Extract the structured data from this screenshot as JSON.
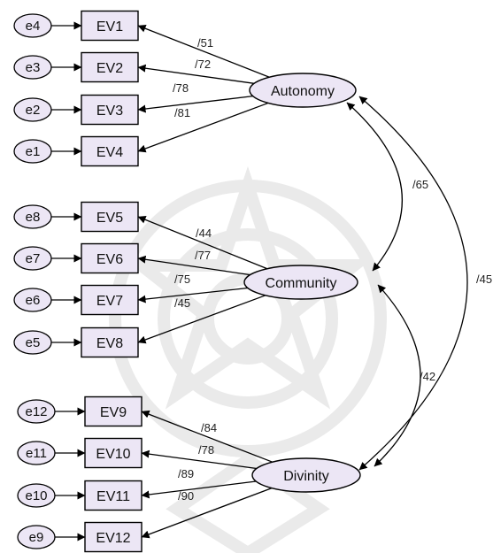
{
  "latents": [
    {
      "id": "autonomy",
      "label": "Autonomy"
    },
    {
      "id": "community",
      "label": "Community"
    },
    {
      "id": "divinity",
      "label": "Divinity"
    }
  ],
  "items": [
    {
      "id": "EV1",
      "label": "EV1",
      "error": "e4",
      "latent": "autonomy",
      "loading": "/51"
    },
    {
      "id": "EV2",
      "label": "EV2",
      "error": "e3",
      "latent": "autonomy",
      "loading": "/72"
    },
    {
      "id": "EV3",
      "label": "EV3",
      "error": "e2",
      "latent": "autonomy",
      "loading": "/78"
    },
    {
      "id": "EV4",
      "label": "EV4",
      "error": "e1",
      "latent": "autonomy",
      "loading": "/81"
    },
    {
      "id": "EV5",
      "label": "EV5",
      "error": "e8",
      "latent": "community",
      "loading": "/44"
    },
    {
      "id": "EV6",
      "label": "EV6",
      "error": "e7",
      "latent": "community",
      "loading": "/77"
    },
    {
      "id": "EV7",
      "label": "EV7",
      "error": "e6",
      "latent": "community",
      "loading": "/75"
    },
    {
      "id": "EV8",
      "label": "EV8",
      "error": "e5",
      "latent": "community",
      "loading": "/45"
    },
    {
      "id": "EV9",
      "label": "EV9",
      "error": "e12",
      "latent": "divinity",
      "loading": "/84"
    },
    {
      "id": "EV10",
      "label": "EV10",
      "error": "e11",
      "latent": "divinity",
      "loading": "/78"
    },
    {
      "id": "EV11",
      "label": "EV11",
      "error": "e10",
      "latent": "divinity",
      "loading": "/89"
    },
    {
      "id": "EV12",
      "label": "EV12",
      "error": "e9",
      "latent": "divinity",
      "loading": "/90"
    }
  ],
  "correlations": [
    {
      "from": "autonomy",
      "to": "community",
      "label": "/65"
    },
    {
      "from": "community",
      "to": "divinity",
      "label": "/42"
    },
    {
      "from": "autonomy",
      "to": "divinity",
      "label": "/45"
    }
  ]
}
